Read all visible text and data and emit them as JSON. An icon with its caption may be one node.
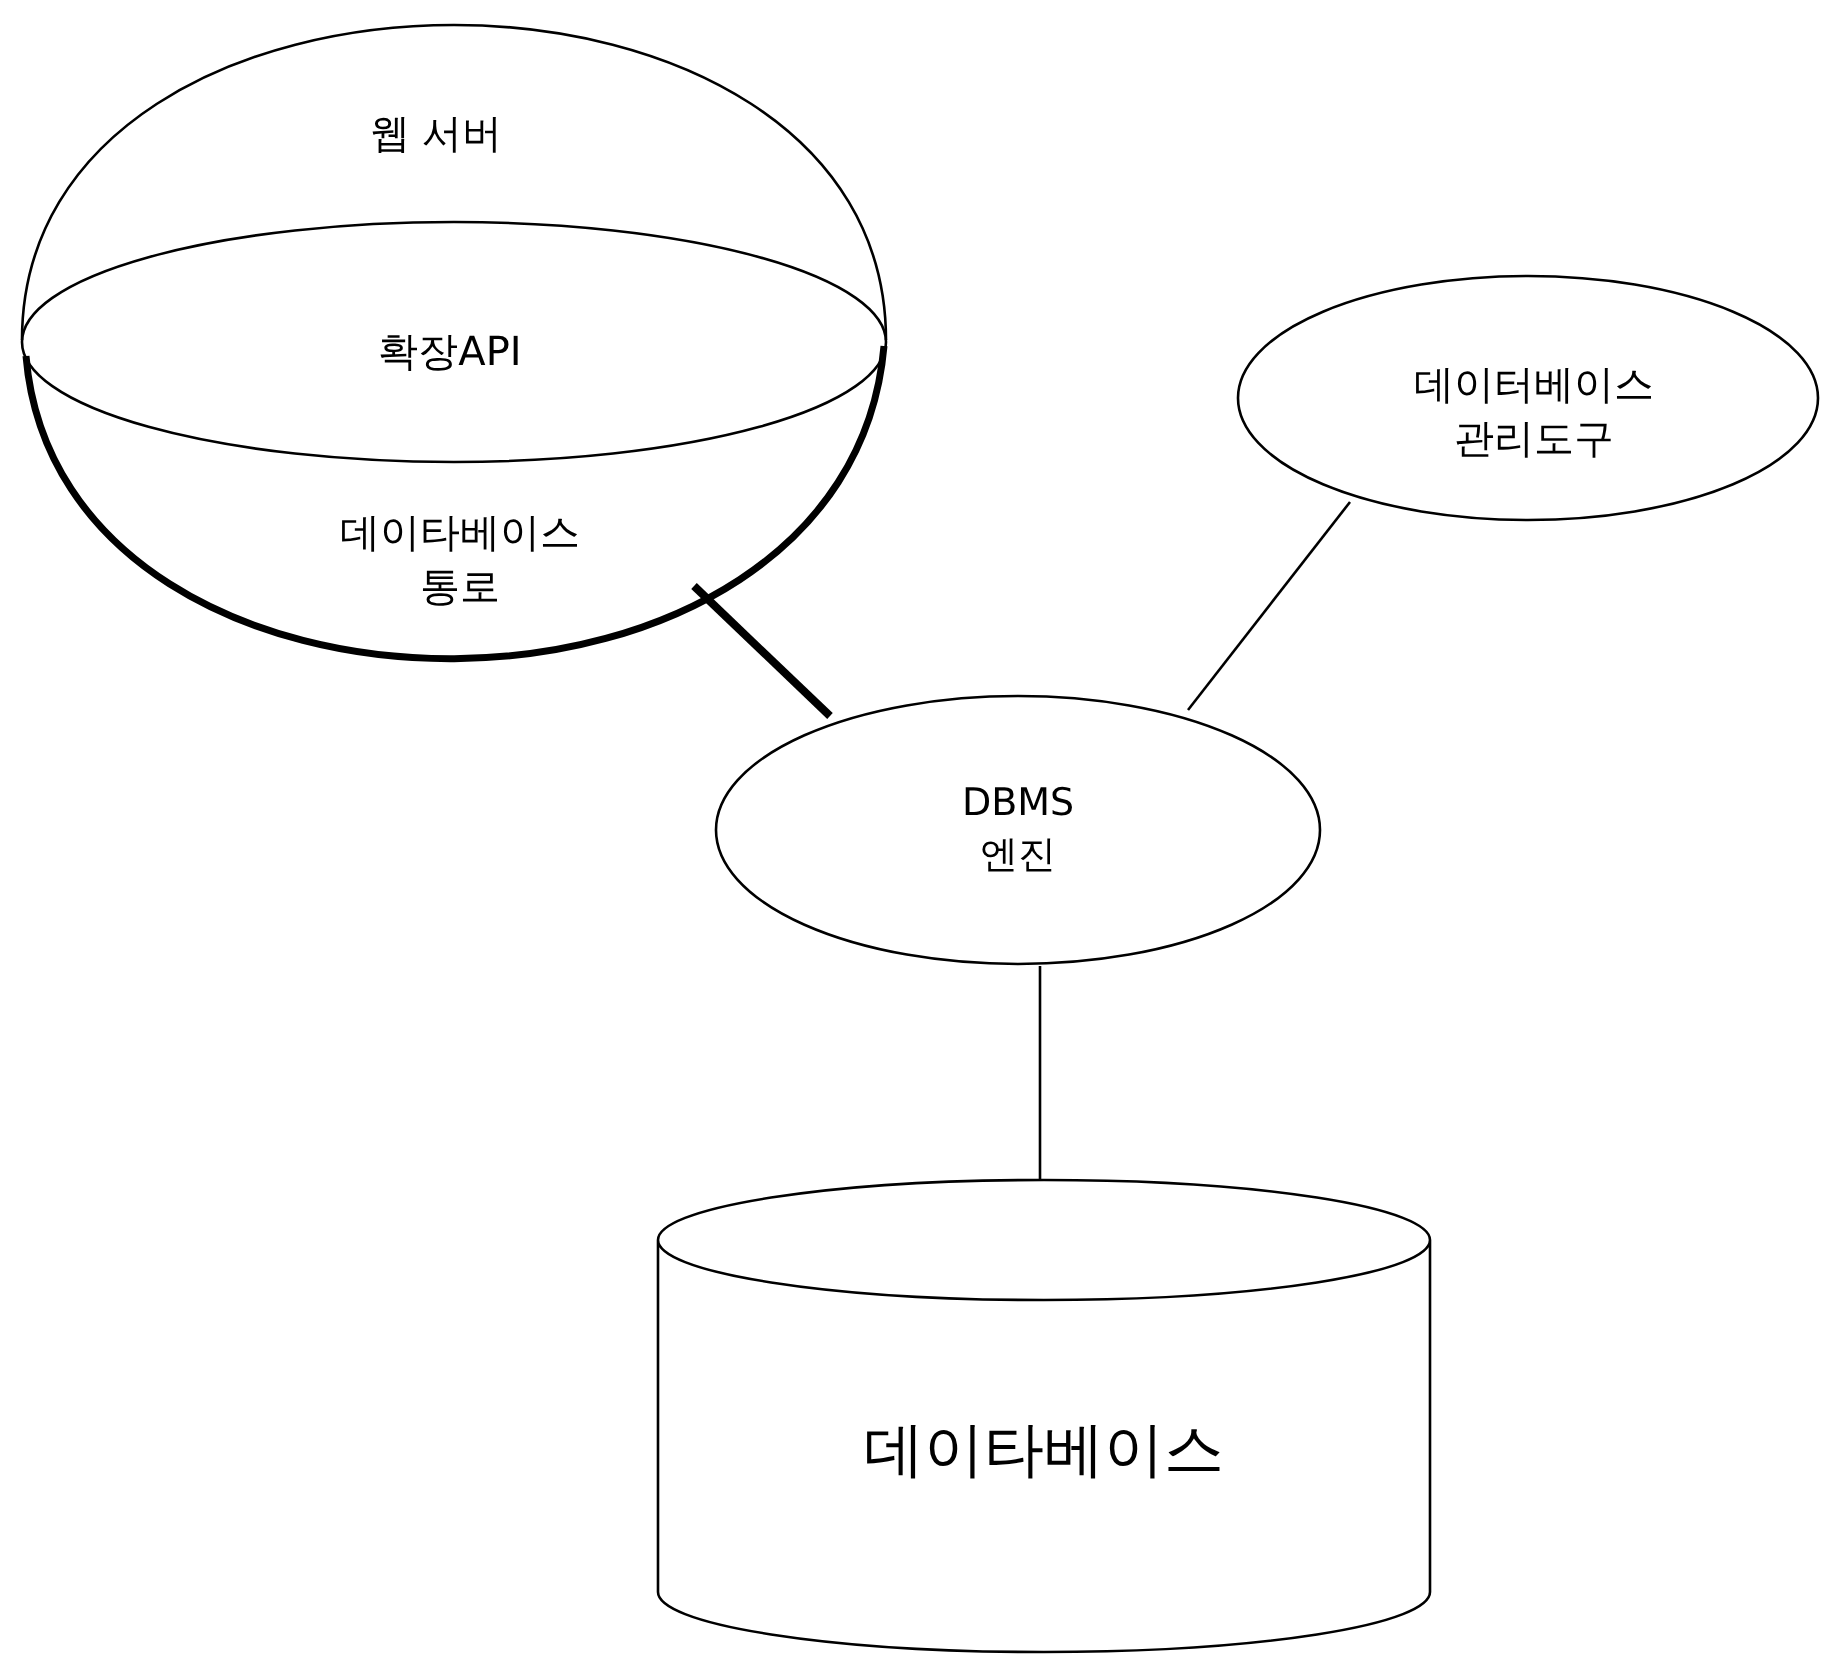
{
  "diagram": {
    "nodes": [
      {
        "text": [
          "웹 서버"
        ]
      },
      {
        "text": [
          "확장API"
        ],
        "in": 0
      },
      {
        "text": [
          "데이타베이스 통로"
        ],
        "in": 0
      },
      {
        "text": [
          "DBMS 엔진"
        ]
      },
      {
        "text": [
          "데이터베이스 관리도구"
        ]
      },
      {
        "text": [
          "데이타베이스"
        ]
      }
    ],
    "edges": [
      {
        "from": 2,
        "to": 3,
        "arrow": "none",
        "style": "thick"
      },
      {
        "from": 4,
        "to": 3,
        "arrow": "none"
      },
      {
        "from": 3,
        "to": 5,
        "arrow": "none"
      }
    ]
  }
}
